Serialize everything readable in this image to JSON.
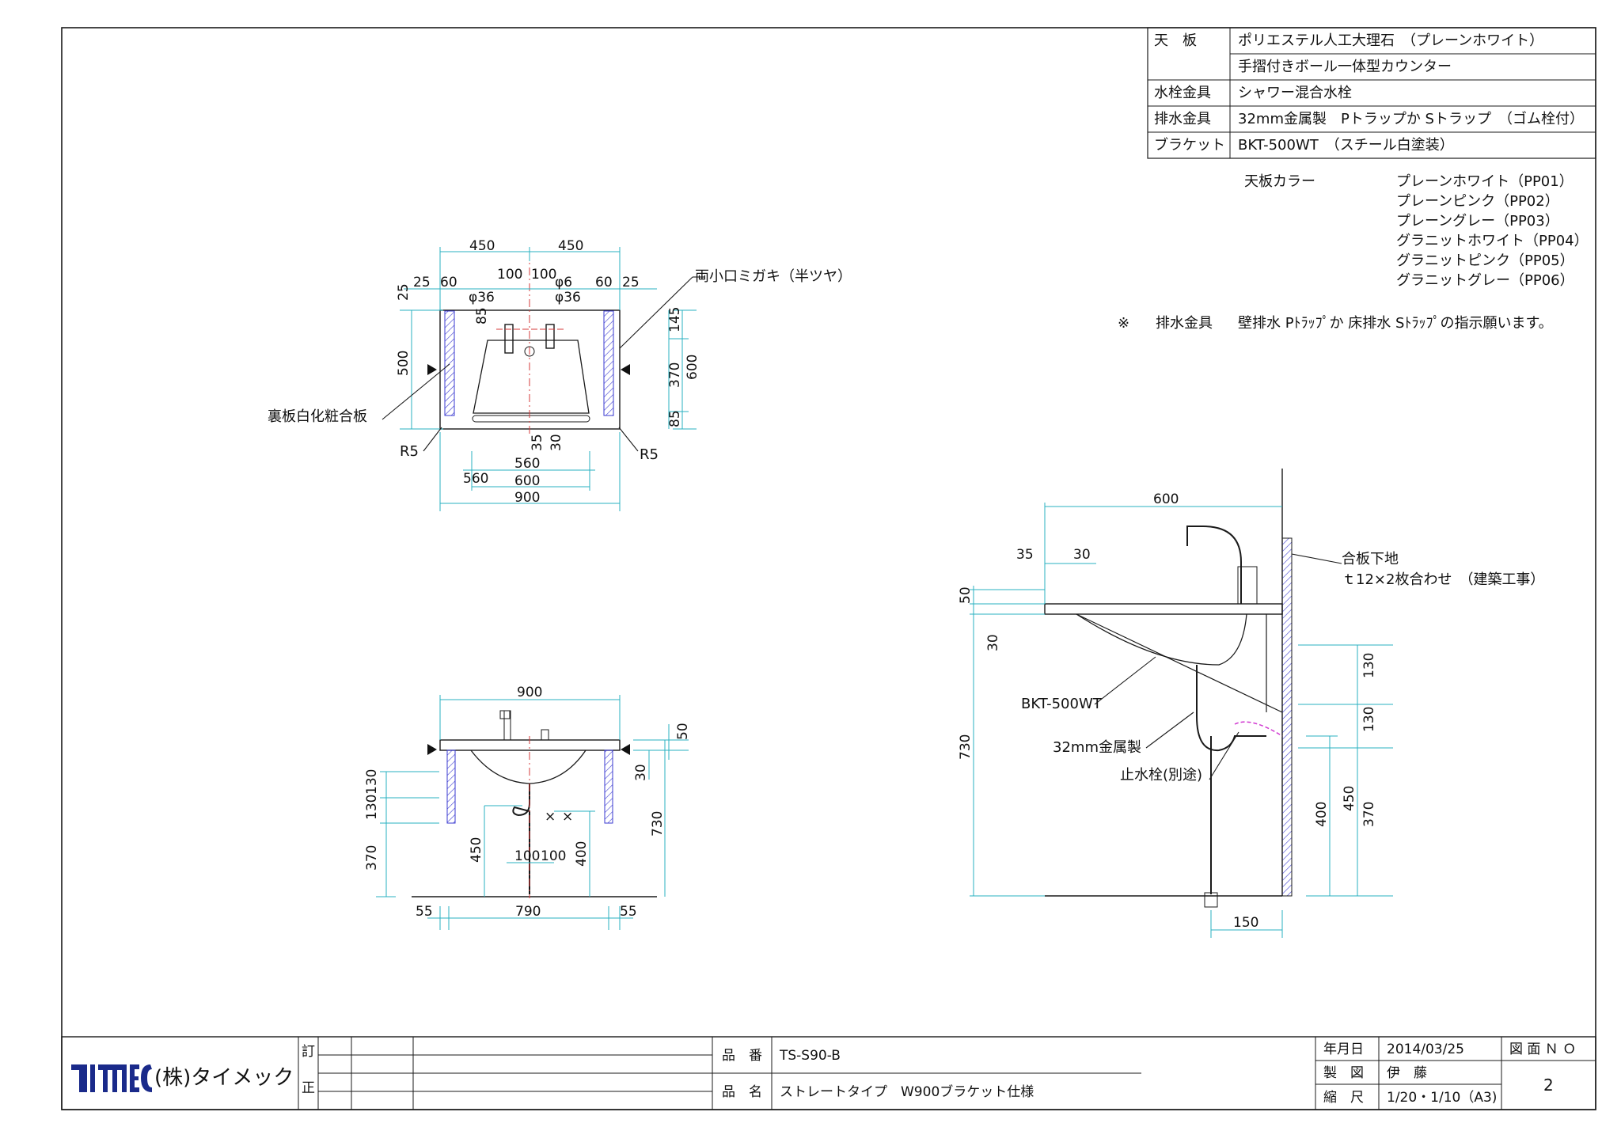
{
  "spec_table": {
    "rows": [
      {
        "label": "天　板",
        "value": "ポリエステル人工大理石　（プレーンホワイト）"
      },
      {
        "label": "",
        "value": "手摺付きボール一体型カウンター"
      },
      {
        "label": "水栓金具",
        "value": "シャワー混合水栓"
      },
      {
        "label": "排水金具",
        "value": "32mm金属製　Pトラップか Sトラップ　（ゴム栓付）"
      },
      {
        "label": "ブラケット",
        "value": "BKT-500WT　（スチール白塗装）"
      }
    ]
  },
  "color_options": {
    "label": "天板カラー",
    "items": [
      "プレーンホワイト（PP01）",
      "プレーンピンク（PP02）",
      "プレーングレー（PP03）",
      "グラニットホワイト（PP04）",
      "グラニットピンク（PP05）",
      "グラニットグレー（PP06）"
    ]
  },
  "note": {
    "mark": "※",
    "label": "排水金具",
    "text": "壁排水 Pﾄﾗｯﾌﾟか 床排水 Sﾄﾗｯﾌﾟの指示願います。"
  },
  "plan_view": {
    "annotations": {
      "edge_finish": "両小口ミガキ（半ツヤ）",
      "back_board": "裏板白化粧合板",
      "r_left": "R5",
      "r_right": "R5"
    },
    "dims": {
      "w450a": "450",
      "w450b": "450",
      "d25a": "25",
      "d60a": "60",
      "d100a": "100",
      "d100b": "100",
      "d60b": "60",
      "d25b": "25",
      "phi36a": "φ36",
      "phi6": "φ6",
      "phi36b": "φ36",
      "v25": "25",
      "v85": "85",
      "v500": "500",
      "v145": "145",
      "v370": "370",
      "v600": "600",
      "v85b": "85",
      "v35": "35",
      "v30": "30",
      "w560": "560",
      "w600": "600",
      "w900": "900"
    }
  },
  "front_view": {
    "dims": {
      "w900": "900",
      "v50": "50",
      "v30": "30",
      "v730": "730",
      "v130a": "130",
      "v130b": "130",
      "v370": "370",
      "v450": "450",
      "v400": "400",
      "h100a": "100",
      "h100b": "100",
      "h55a": "55",
      "h790": "790",
      "h55b": "55"
    }
  },
  "side_view": {
    "annotations": {
      "wall_base": "合板下地",
      "wall_base_spec": "ｔ12×2枚合わせ　（建築工事）",
      "bracket": "BKT-500WT",
      "drain": "32mm金属製",
      "stop_valve": "止水栓(別途)"
    },
    "dims": {
      "w600": "600",
      "h35": "35",
      "h30": "30",
      "v50": "50",
      "v30": "30",
      "v730": "730",
      "v130a": "130",
      "v130b": "130",
      "v400": "400",
      "v450": "450",
      "v370": "370",
      "h150": "150"
    }
  },
  "title_block": {
    "company": "(株)タイメック",
    "logo_text": "TIMEC",
    "rev_labels": [
      "訂",
      "正"
    ],
    "part_no_label": "品　番",
    "part_no": "TS-S90-B",
    "part_name_label": "品　名",
    "part_name": "ストレートタイプ　W900ブラケット仕様",
    "date_label": "年月日",
    "date": "2014/03/25",
    "drawn_label": "製　図",
    "drawn": "伊　藤",
    "scale_label": "縮　尺",
    "scale": "1/20・1/10（A3)",
    "drawing_no_label": "図 面 Ｎ Ｏ",
    "drawing_no": "2"
  },
  "colors": {
    "line": "#1a1a1a",
    "dimension": "#2ab0c0",
    "hatch": "#3a3ad0",
    "center": "#d43a3a",
    "pipe_hidden": "#d13ad1"
  }
}
